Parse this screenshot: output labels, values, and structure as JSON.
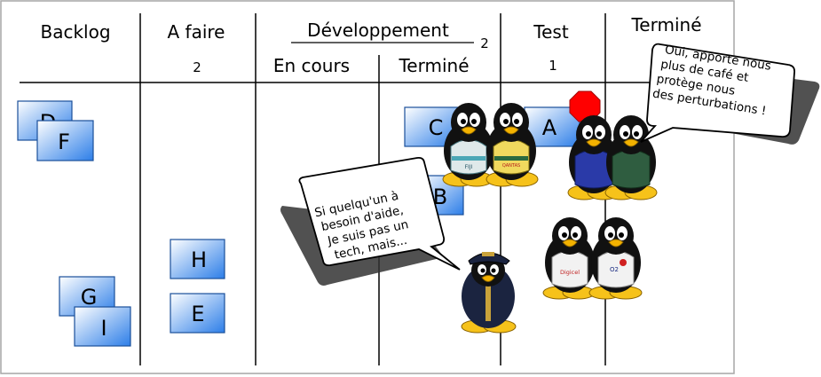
{
  "columns": {
    "backlog": "Backlog",
    "todo": "A faire",
    "todo_limit": "2",
    "dev": "Développement",
    "dev_limit": "2",
    "dev_in_progress": "En cours",
    "dev_done": "Terminé",
    "test": "Test",
    "test_limit": "1",
    "done": "Terminé"
  },
  "cards": {
    "d": "D",
    "f": "F",
    "g": "G",
    "i": "I",
    "h": "H",
    "e": "E",
    "c": "C",
    "b": "B",
    "a": "A"
  },
  "bubbles": {
    "right": [
      "Oui, apporte nous",
      "plus de café et",
      "protège nous",
      "des perturbations !"
    ],
    "left": [
      "Si quelqu'un à",
      "besoin d'aide,",
      "Je suis pas un",
      "tech, mais..."
    ]
  },
  "jerseys": {
    "team_a_1": "FIJI",
    "team_a_2": "QANTAS",
    "team_b_1": "Digicel",
    "team_b_2": "O2"
  },
  "colors": {
    "card_fill_top": "#e8f2ff",
    "card_fill_bottom": "#2b7fe6",
    "stop_sign": "#ff0000"
  }
}
